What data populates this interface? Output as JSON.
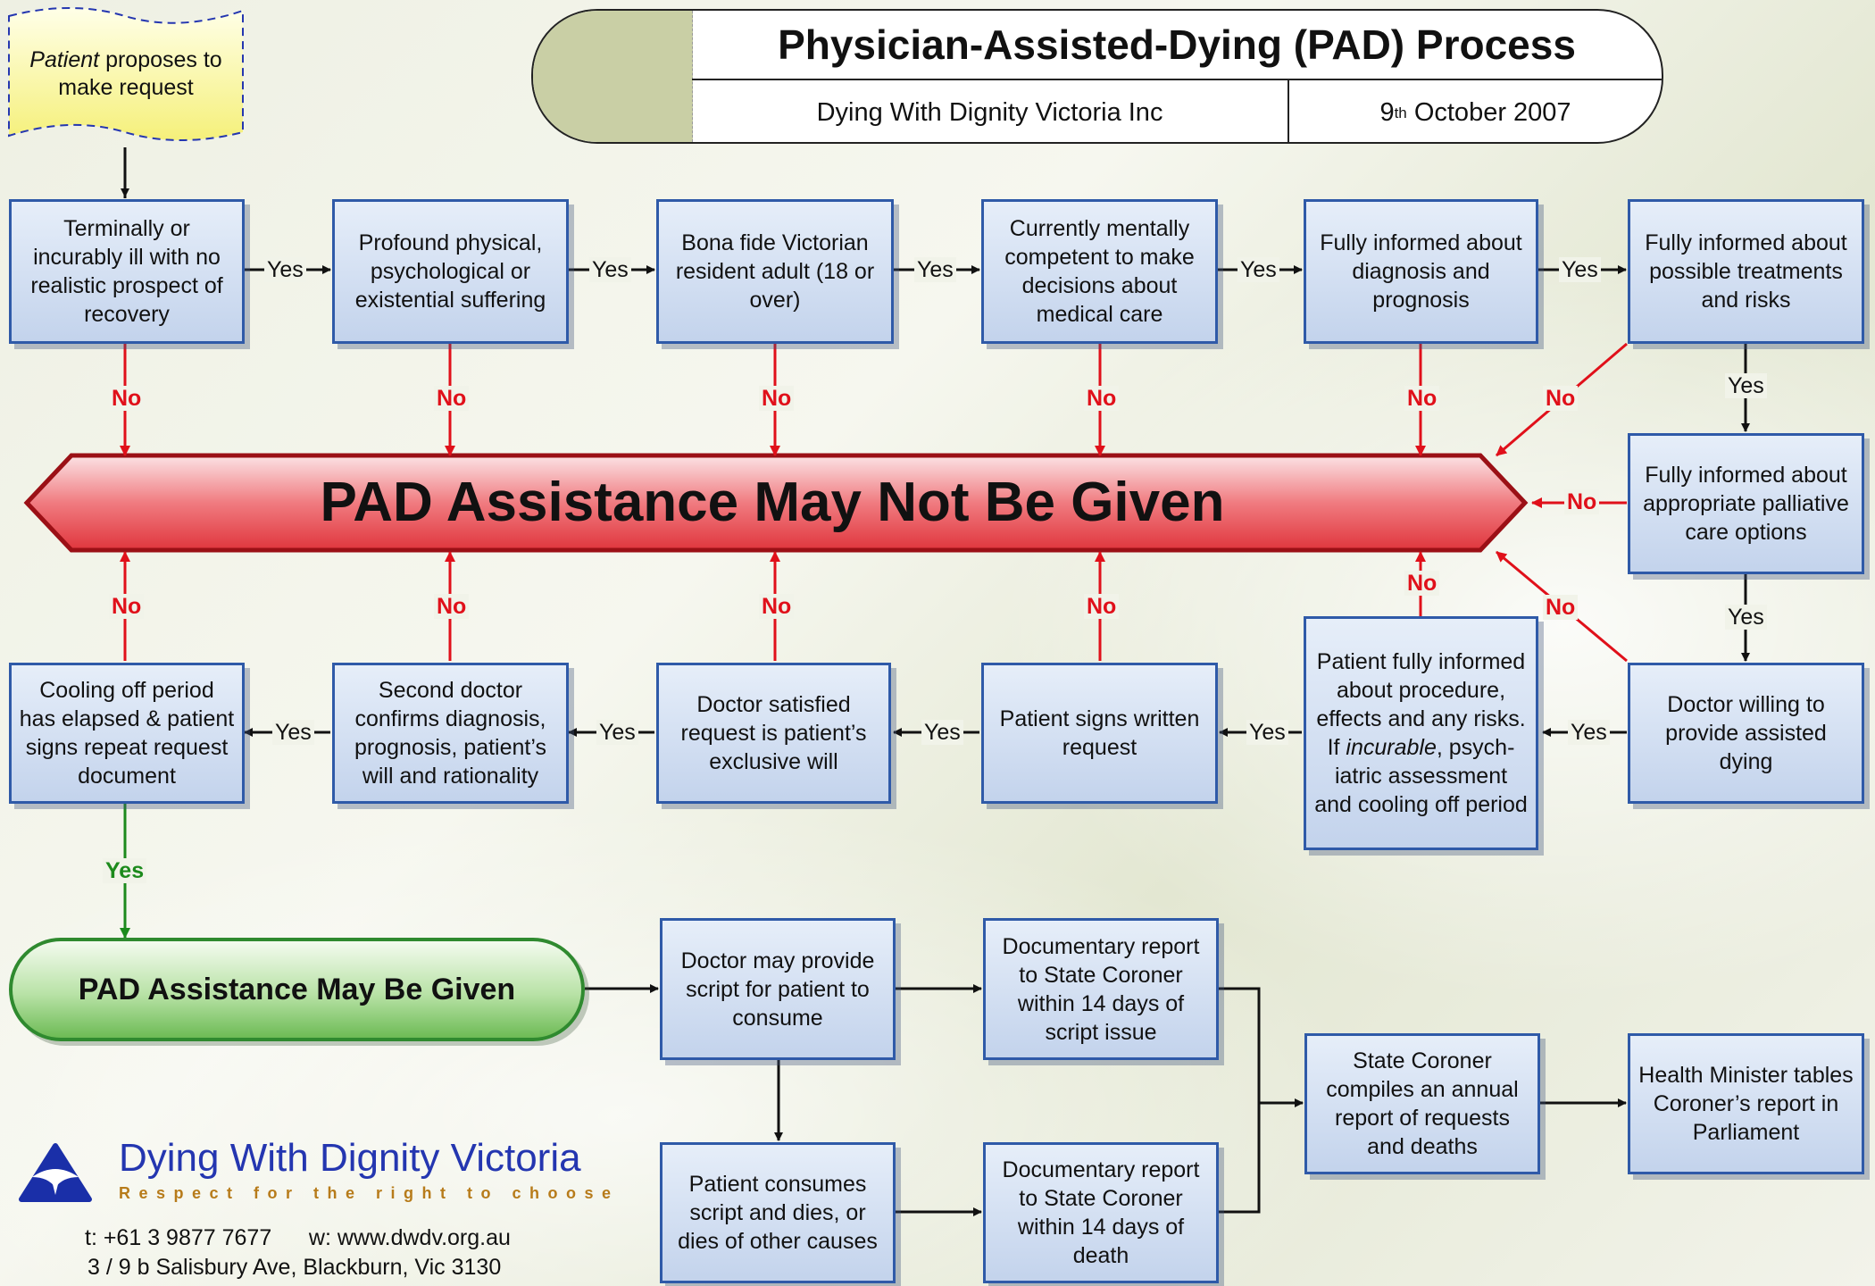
{
  "title": {
    "main": "Physician-Assisted-Dying (PAD) Process",
    "organization": "Dying With Dignity Victoria Inc",
    "date_day": "9",
    "date_suffix": "th",
    "date_rest": " October 2007"
  },
  "patient_note": {
    "prefix": "Patient",
    "rest": " proposes to make request"
  },
  "criteria_row": [
    "Terminally or incurably ill with no realistic prospect of recovery",
    "Profound physical, psychological or existential suffering",
    "Bona fide Victorian resident adult (18 or over)",
    "Currently mentally competent to make decisions about medical care",
    "Fully informed about diagnosis and prognosis",
    "Fully informed about possible treatments and risks"
  ],
  "palliative_box": "Fully informed about appropriate palliative care options",
  "request_row": [
    "Cooling off period has elapsed & patient signs repeat request document",
    "Second doctor confirms diagnosis, prognosis, patient’s will and rationality",
    "Doctor satisfied request is patient’s exclusive will",
    "Patient signs written request",
    "",
    "Doctor willing to provide assisted dying"
  ],
  "informed_box": {
    "line1": "Patient fully informed about procedure, effects and any risks.",
    "line2_prefix": "If ",
    "line2_italic": "incurable",
    "line2_rest": ", psych-iatric assessment and cooling off period"
  },
  "banner_not_given": "PAD Assistance May Not Be Given",
  "banner_given": "PAD Assistance May Be Given",
  "aftermath": {
    "doctor_script": "Doctor may provide script for patient to consume",
    "report_script": "Documentary report to State Coroner within 14 days of script issue",
    "patient_consumes": "Patient consumes script and dies, or dies of other causes",
    "report_death": "Documentary report to State Coroner within 14 days of death",
    "coroner": "State Coroner compiles an annual report of requests and deaths",
    "minister": "Health Minister tables Coroner’s report in Parliament"
  },
  "labels": {
    "yes": "Yes",
    "no": "No"
  },
  "footer": {
    "logo_name": "Dying With Dignity Victoria",
    "tagline": "Respect for the right to choose",
    "phone": "t: +61 3 9877 7677",
    "web": "w: www.dwdv.org.au",
    "address": "3 / 9 b Salisbury Ave, Blackburn, Vic 3130"
  },
  "colors": {
    "box_border": "#2f5aa8",
    "no_red": "#e0101a",
    "yes_green": "#1c8a1c",
    "banner_red": "#e8424a"
  }
}
